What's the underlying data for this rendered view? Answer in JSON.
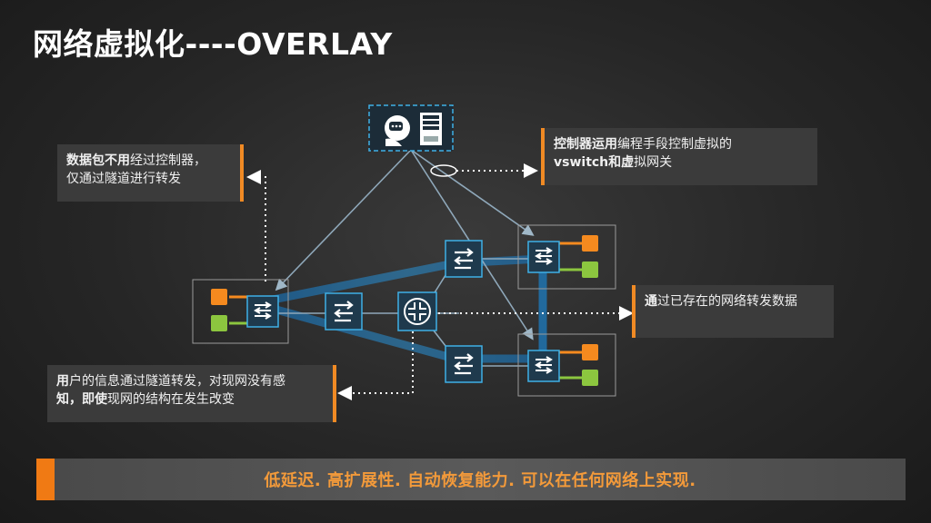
{
  "slide": {
    "title": "网络虚拟化----OVERLAY"
  },
  "callouts": {
    "top_left": {
      "bold": "数据包不用",
      "rest": "经过控制器，",
      "line2": "仅通过隧道进行转发"
    },
    "top_right": {
      "bold": "控制器运用",
      "rest": "编程手段控制虚拟的",
      "line2_bold": "vswitch和虚",
      "line2_rest": "拟网关"
    },
    "right": {
      "bold": "通",
      "rest": "过已存在的网络转发数据"
    },
    "bottom_left": {
      "bold": "用",
      "rest": "户的信息通过隧道转发，对现网没有感",
      "line2_bold": "知，即使",
      "line2_rest": "现网的结构在发生改变"
    }
  },
  "footer": {
    "text": "低延迟. 高扩展性. 自动恢复能力. 可以在任何网络上实现."
  },
  "colors": {
    "accent": "#f08a24",
    "switch_blue": "#3fb0e6",
    "tunnel_blue": "#1e78b8",
    "vm_orange": "#f58a1f",
    "vm_green": "#8cc63f"
  }
}
